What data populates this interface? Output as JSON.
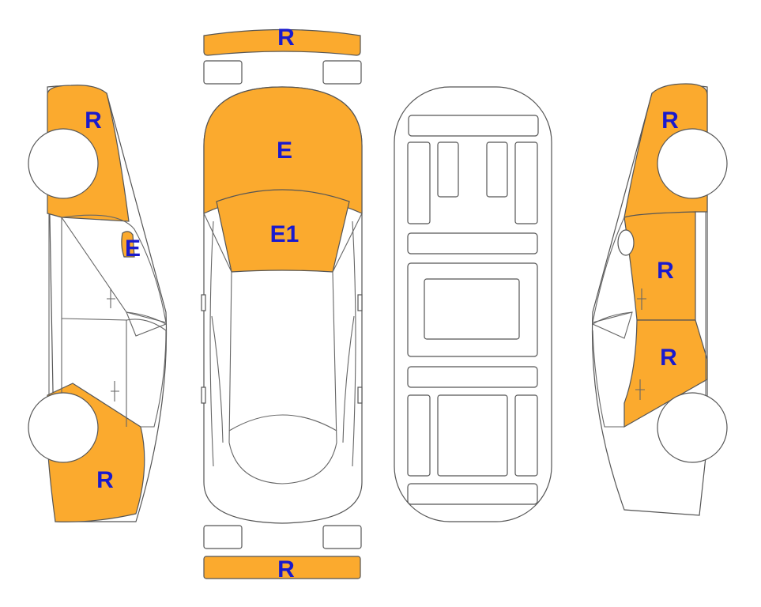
{
  "colors": {
    "damaged": "#FBAA2E",
    "undamaged": "#FFFFFF",
    "outline": "#555555",
    "label": "#1A1ACD"
  },
  "labels": {
    "front_bumper": "R",
    "hood": "E",
    "windshield": "E1",
    "rear_bumper": "R",
    "left_rear_fender": "R",
    "left_front_fender": "R",
    "left_c_pillar": "E",
    "right_rear_fender": "R",
    "right_rear_door": "R",
    "right_front_door": "R"
  }
}
